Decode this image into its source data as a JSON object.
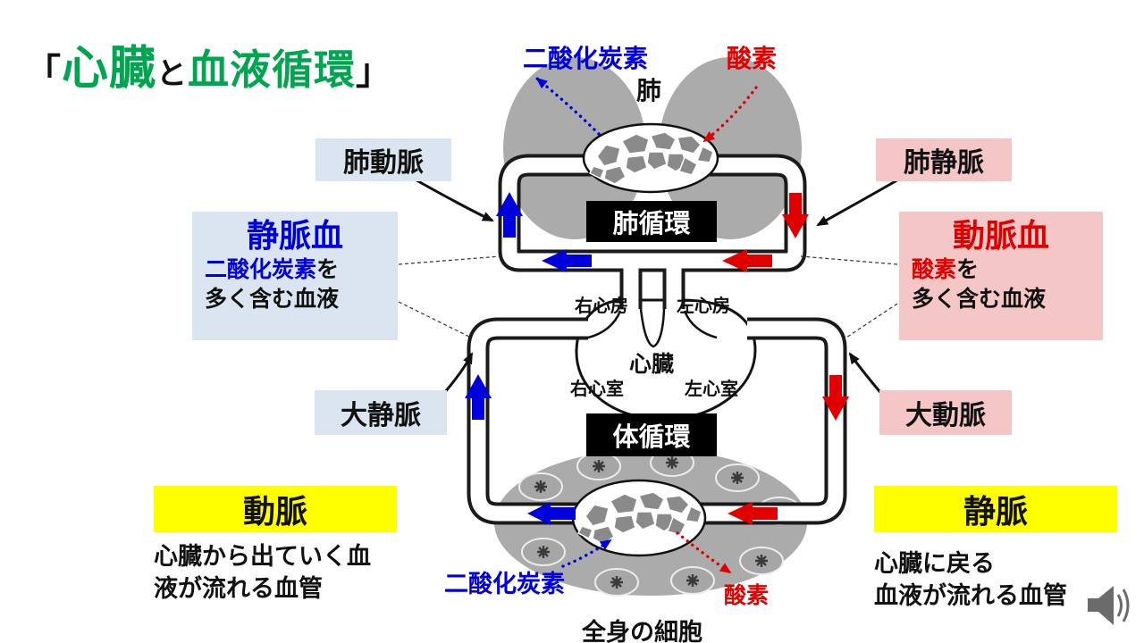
{
  "title": {
    "bracket_open": "「",
    "heart_word": "心臓",
    "connector": "と",
    "circulation_word": "血液循環",
    "bracket_close": "」"
  },
  "lungs": {
    "label": "肺",
    "co2_label": "二酸化炭素",
    "o2_label": "酸素"
  },
  "circuits": {
    "pulmonary": "肺循環",
    "systemic": "体循環"
  },
  "vessels": {
    "pulmonary_artery": "肺動脈",
    "pulmonary_vein": "肺静脈",
    "vena_cava": "大静脈",
    "aorta": "大動脈"
  },
  "venous_blood": {
    "title": "静脈血",
    "desc_highlight": "二酸化炭素",
    "desc_suffix": "を",
    "desc_line2": "多く含む血液"
  },
  "arterial_blood": {
    "title": "動脈血",
    "desc_highlight": "酸素",
    "desc_suffix": "を",
    "desc_line2": "多く含む血液"
  },
  "heart": {
    "label": "心臓",
    "right_atrium": "右心房",
    "left_atrium": "左心房",
    "right_ventricle": "右心室",
    "left_ventricle": "左心室"
  },
  "body_cells": {
    "co2_label": "二酸化炭素",
    "o2_label": "酸素",
    "cells_label": "全身の細胞"
  },
  "artery_box": {
    "title": "動脈",
    "desc_line1": "心臓から出ていく血",
    "desc_line2": "液が流れる血管"
  },
  "vein_box": {
    "title": "静脈",
    "desc_line1": "心臓に戻る",
    "desc_line2": "血液が流れる血管"
  },
  "colors": {
    "title_green": "#00a54f",
    "venous_blue": "#0000dd",
    "arterial_red": "#e00000",
    "box_light_blue": "#dbe5f1",
    "box_pink": "#f5c6c6",
    "box_yellow": "#ffff00",
    "organ_gray": "#ababab"
  },
  "icons": {
    "speaker": "audio-speaker"
  }
}
